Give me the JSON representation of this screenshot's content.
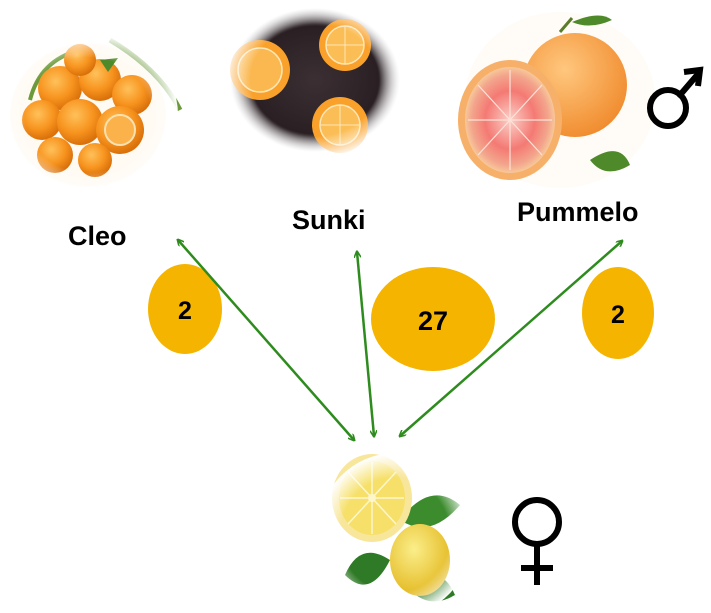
{
  "parents": {
    "cleo": {
      "label": "Cleo",
      "image": "mandarin-cluster-image"
    },
    "sunki": {
      "label": "Sunki",
      "image": "halved-mandarins-image"
    },
    "pummelo": {
      "label": "Pummelo",
      "image": "pummelo-fruit-image"
    }
  },
  "hybrid": {
    "image": "lemon-like-fruit-image"
  },
  "counts": {
    "cleo": "2",
    "sunki": "27",
    "pummelo": "2"
  },
  "symbols": {
    "male": "male-symbol-icon",
    "female": "female-symbol-icon"
  },
  "colors": {
    "arrow": "#2e8b1e",
    "badge": "#f5b400",
    "orange": "#f7931e",
    "pummelo_flesh": "#f47a74",
    "leaf": "#3c8c2e",
    "lemon": "#f2d43a"
  }
}
